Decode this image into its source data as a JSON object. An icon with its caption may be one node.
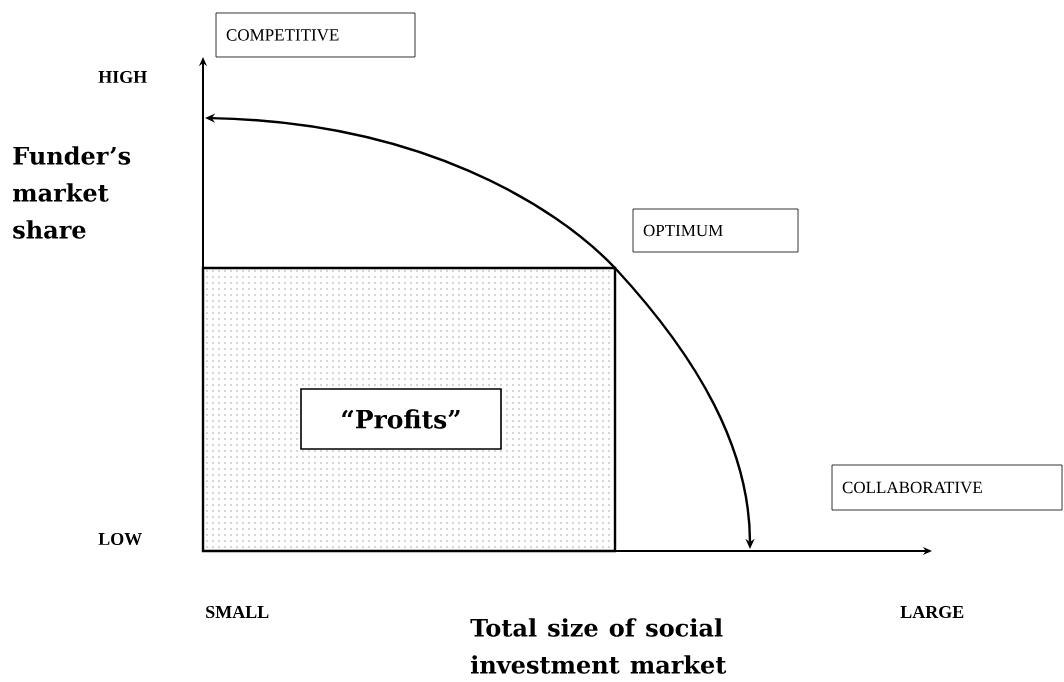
{
  "diagram": {
    "nodes": [
      {
        "text": [
          "COMPETITIVE"
        ]
      },
      {
        "text": [
          "OPTIMUM"
        ]
      },
      {
        "text": [
          "COLLABORATIVE"
        ]
      },
      {
        "text": [],
        "shape": "box"
      },
      {
        "text": [
          "“Profits”"
        ],
        "in": 3
      }
    ],
    "edges": [],
    "labels": [
      "HIGH",
      "Funder’s market share",
      "LOW",
      "SMALL",
      "Total size of social investment market",
      "LARGE"
    ]
  }
}
